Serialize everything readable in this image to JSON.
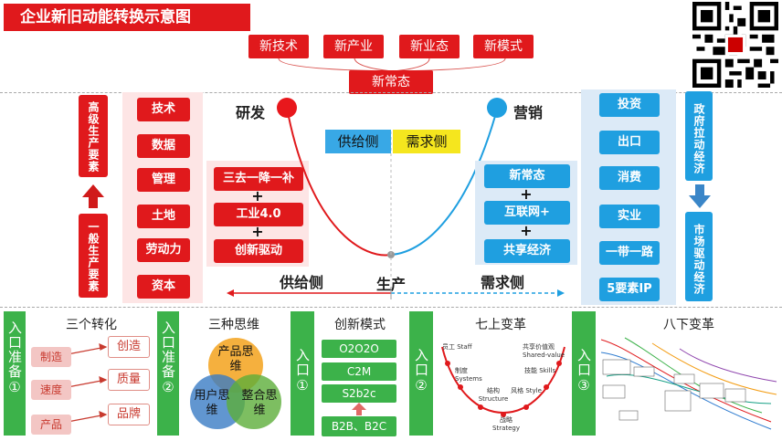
{
  "title": "企业新旧动能转换示意图",
  "top_boxes": [
    "新技术",
    "新产业",
    "新业态",
    "新模式"
  ],
  "top_center": "新常态",
  "left_vertical_top": "高级生产要素",
  "left_vertical_bottom": "一般生产要素",
  "left_factors": [
    "技术",
    "数据",
    "管理",
    "土地",
    "劳动力",
    "资本"
  ],
  "left_middle": [
    "三去一降一补",
    "工业4.0",
    "创新驱动"
  ],
  "plus": "+",
  "dot_left_label": "研发",
  "dot_right_label": "营销",
  "supply_tag": "供给侧",
  "demand_tag": "需求侧",
  "right_middle": [
    "新常态",
    "互联网+",
    "共享经济"
  ],
  "right_factors": [
    "投资",
    "出口",
    "消费",
    "实业",
    "一带一路",
    "5要素IP"
  ],
  "right_vertical_top": "政府拉动经济",
  "right_vertical_bottom": "市场驱动经济",
  "axis_supply": "供给侧",
  "axis_center": "生产",
  "axis_demand": "需求侧",
  "bottom": {
    "entry1": "入口准备①",
    "section1_title": "三个转化",
    "section1_from": [
      "制造",
      "速度",
      "产品"
    ],
    "section1_to": [
      "创造",
      "质量",
      "品牌"
    ],
    "entry2": "入口准备②",
    "section2_title": "三种思维",
    "section2_circles": [
      "产品思维",
      "用户思维",
      "整合思维"
    ],
    "entry3": "入口①",
    "section3_title": "创新模式",
    "section3_items": [
      "O2O2O",
      "C2M",
      "S2b2c"
    ],
    "section3_base": "B2B、B2C",
    "entry4": "入口②",
    "section4_title": "七上变革",
    "section4_points": [
      "员工 Staff",
      "制度 Systems",
      "结构 Structure",
      "战略 Strategy",
      "风格 Style",
      "技能 Skills",
      "共享价值观 Shared-value"
    ],
    "entry5": "入口③",
    "section5_title": "八下变革"
  },
  "colors": {
    "red": "#e0191c",
    "blue": "#1f9fe0",
    "green": "#3cb24a",
    "yellow": "#f5e61e"
  }
}
